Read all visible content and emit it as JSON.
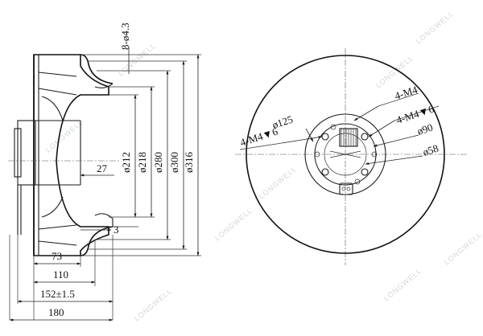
{
  "side_view": {
    "dims_vertical": {
      "holes": "8-ø4.3",
      "d212": "ø212",
      "d218": "ø218",
      "d280": "ø280",
      "d300": "ø300",
      "d316": "ø316"
    },
    "dims_horizontal": {
      "d27": "27",
      "d3": "3",
      "d73": "73",
      "d110": "110",
      "d152": "152±1.5",
      "d180": "180"
    }
  },
  "front_view": {
    "labels": {
      "m4": "4-M4",
      "m4_depth_right": "4-M4▼6",
      "m4_depth_left": "4-M4▼6",
      "d125": "ø125",
      "d90": "ø90",
      "d58": "ø58"
    }
  },
  "watermark": "LONGWELL"
}
